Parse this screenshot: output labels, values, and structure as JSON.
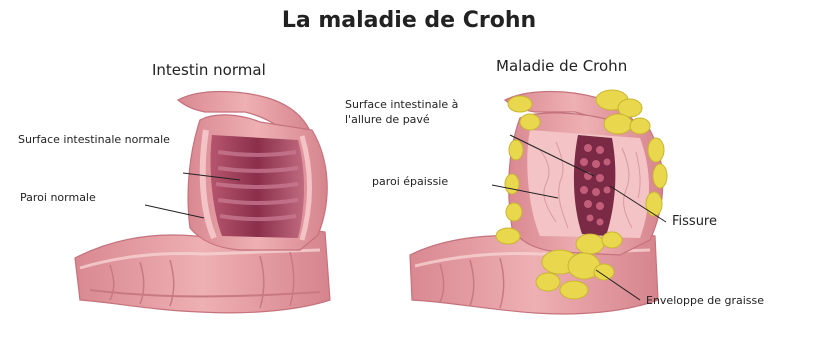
{
  "title": "La maladie de Crohn",
  "left_panel": {
    "title": "Intestin normal",
    "label_surface": "Surface intestinale normale",
    "label_wall": "Paroi normale"
  },
  "right_panel": {
    "title": "Maladie de Crohn",
    "label_surface": "Surface intestinale à l'allure de pavé",
    "label_wall": "paroi épaissie",
    "label_fissure": "Fissure",
    "label_fat": "Enveloppe de graisse"
  },
  "colors": {
    "intestine_outer": "#e7a3a8",
    "intestine_shadow": "#cf7f86",
    "intestine_highlight": "#f6d2d2",
    "lumen_dark": "#8a2f4a",
    "wall_light": "#f3c3c5",
    "fat_yellow": "#e9d84d",
    "fat_edge": "#c8b532"
  }
}
